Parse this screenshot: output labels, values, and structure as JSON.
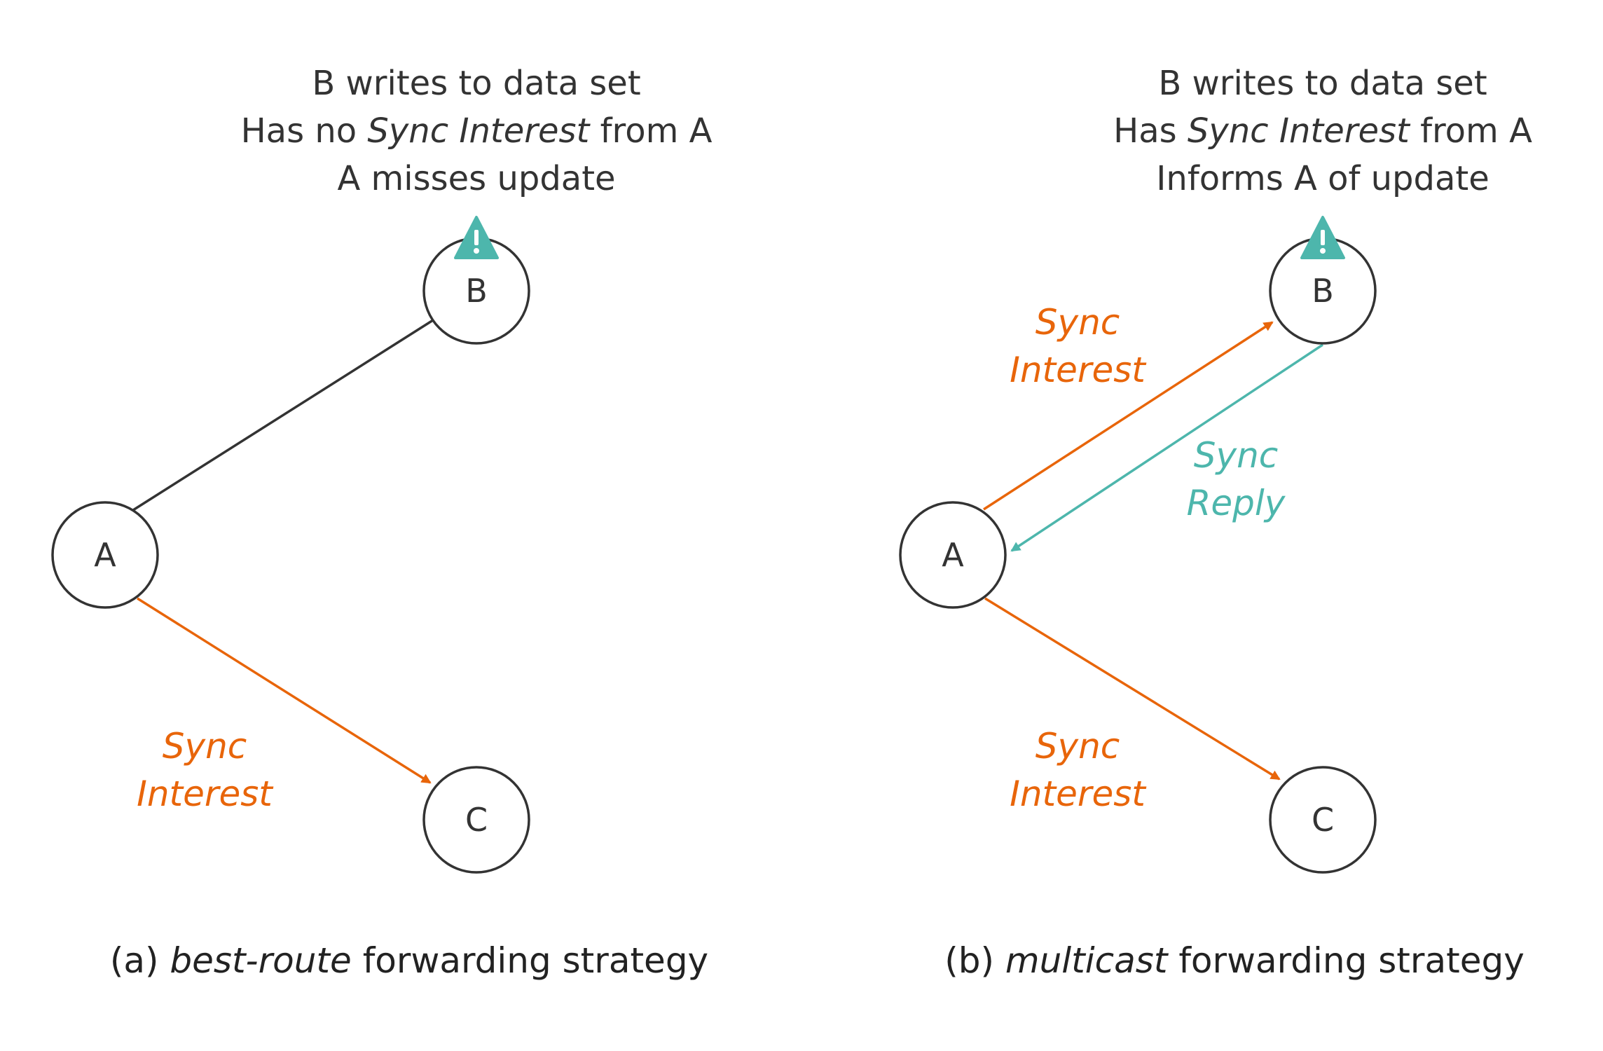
{
  "colors": {
    "orange": "#E8650A",
    "teal": "#4DB6AC",
    "dark": "#333333"
  },
  "panel_a": {
    "header": {
      "line1": "B writes to data set",
      "line2_prefix": "Has no ",
      "line2_em": "Sync Interest",
      "line2_suffix": " from A",
      "line3": "A misses update"
    },
    "nodes": {
      "a": "A",
      "b": "B",
      "c": "C"
    },
    "b_alert_icon": "warning-triangle-icon",
    "edge_ac_label": {
      "line1": "Sync",
      "line2": "Interest"
    },
    "caption": {
      "prefix": "(a) ",
      "em": "best-route",
      "suffix": " forwarding strategy"
    }
  },
  "panel_b": {
    "header": {
      "line1": "B writes to data set",
      "line2_prefix": "Has ",
      "line2_em": "Sync Interest",
      "line2_suffix": " from A",
      "line3": "Informs A of update"
    },
    "nodes": {
      "a": "A",
      "b": "B",
      "c": "C"
    },
    "b_alert_icon": "warning-triangle-icon",
    "edge_ab_label": {
      "line1": "Sync",
      "line2": "Interest"
    },
    "edge_ba_label": {
      "line1": "Sync",
      "line2": "Reply"
    },
    "edge_ac_label": {
      "line1": "Sync",
      "line2": "Interest"
    },
    "caption": {
      "prefix": "(b) ",
      "em": "multicast",
      "suffix": " forwarding strategy"
    }
  }
}
